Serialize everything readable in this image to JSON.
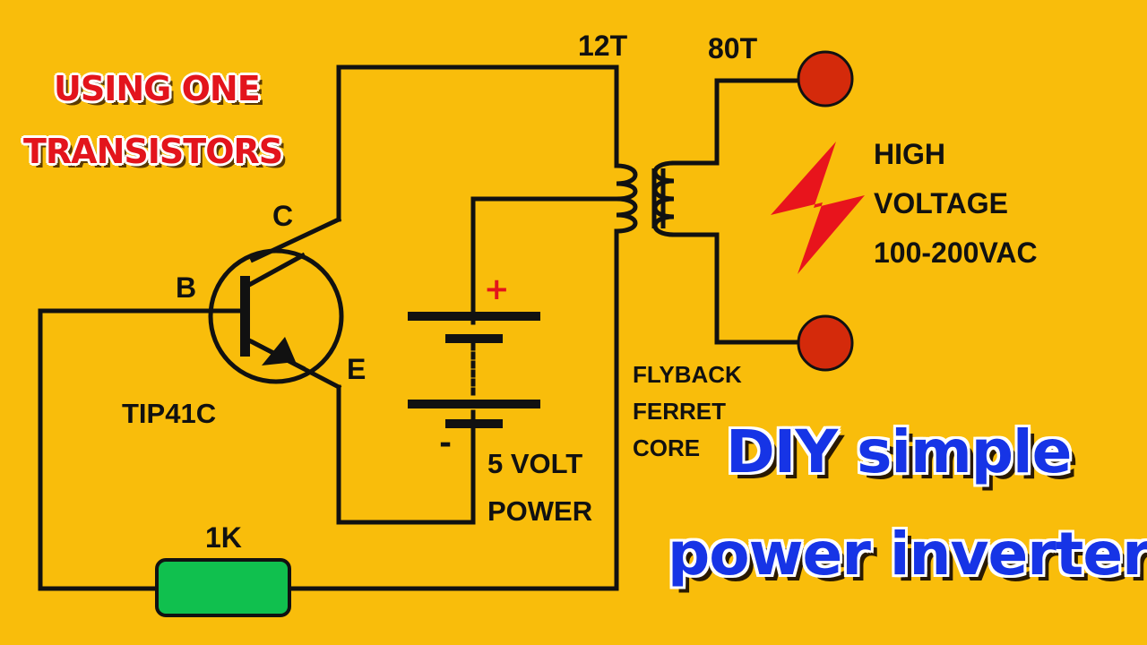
{
  "colors": {
    "background": "#f9bd0b",
    "wire": "#111111",
    "banner_red": "#e3141c",
    "title_blue": "#1634e6",
    "terminal_red": "#d42a0b",
    "resistor_green": "#10c04e",
    "lightning_red": "#e8141c"
  },
  "banner": {
    "line1": "USING ONE",
    "line2": "TRANSISTORS"
  },
  "transistor": {
    "collector": "C",
    "base": "B",
    "emitter": "E",
    "model": "TIP41C"
  },
  "transformer": {
    "primary": "12T",
    "secondary": "80T",
    "core_line1": "FLYBACK",
    "core_line2": "FERRET",
    "core_line3": "CORE"
  },
  "battery": {
    "positive": "+",
    "negative": "-",
    "line1": "5 VOLT",
    "line2": "POWER"
  },
  "resistor": {
    "value": "1K"
  },
  "output": {
    "line1": "HIGH",
    "line2": "VOLTAGE",
    "line3": "100-200VAC"
  },
  "title": {
    "line1": "DIY  simple",
    "line2": "power inverter"
  },
  "icons": {
    "lightning": "lightning-bolt-icon",
    "terminal": "output-terminal-icon"
  }
}
